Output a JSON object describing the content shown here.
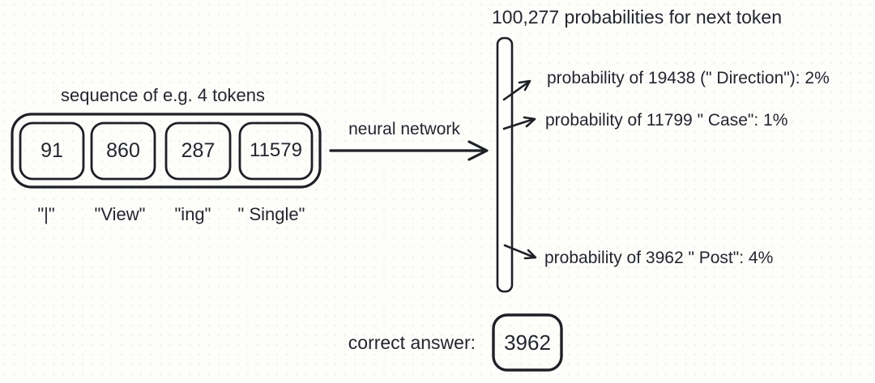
{
  "palette": {
    "background": "#fdfdfa",
    "ink": "#1d2025",
    "text": "#23262e"
  },
  "sequence": {
    "label": "sequence of e.g. 4 tokens",
    "tokens": [
      {
        "id": "91",
        "text": "\"|\""
      },
      {
        "id": "860",
        "text": "\"View\""
      },
      {
        "id": "287",
        "text": "\"ing\""
      },
      {
        "id": "11579",
        "text": "\" Single\""
      }
    ]
  },
  "arrow": {
    "label": "neural network"
  },
  "output": {
    "title": "100,277 probabilities for next token",
    "vocab_size": "100,277",
    "probabilities": [
      {
        "label": "probability of 19438 (\" Direction\"): 2%",
        "token_id": "19438",
        "token": " Direction",
        "percent": "2%"
      },
      {
        "label": "probability of 11799 \" Case\": 1%",
        "token_id": "11799",
        "token": " Case",
        "percent": "1%"
      },
      {
        "label": "probability of 3962 \" Post\": 4%",
        "token_id": "3962",
        "token": " Post",
        "percent": "4%"
      }
    ]
  },
  "answer": {
    "label": "correct answer:",
    "value": "3962"
  }
}
